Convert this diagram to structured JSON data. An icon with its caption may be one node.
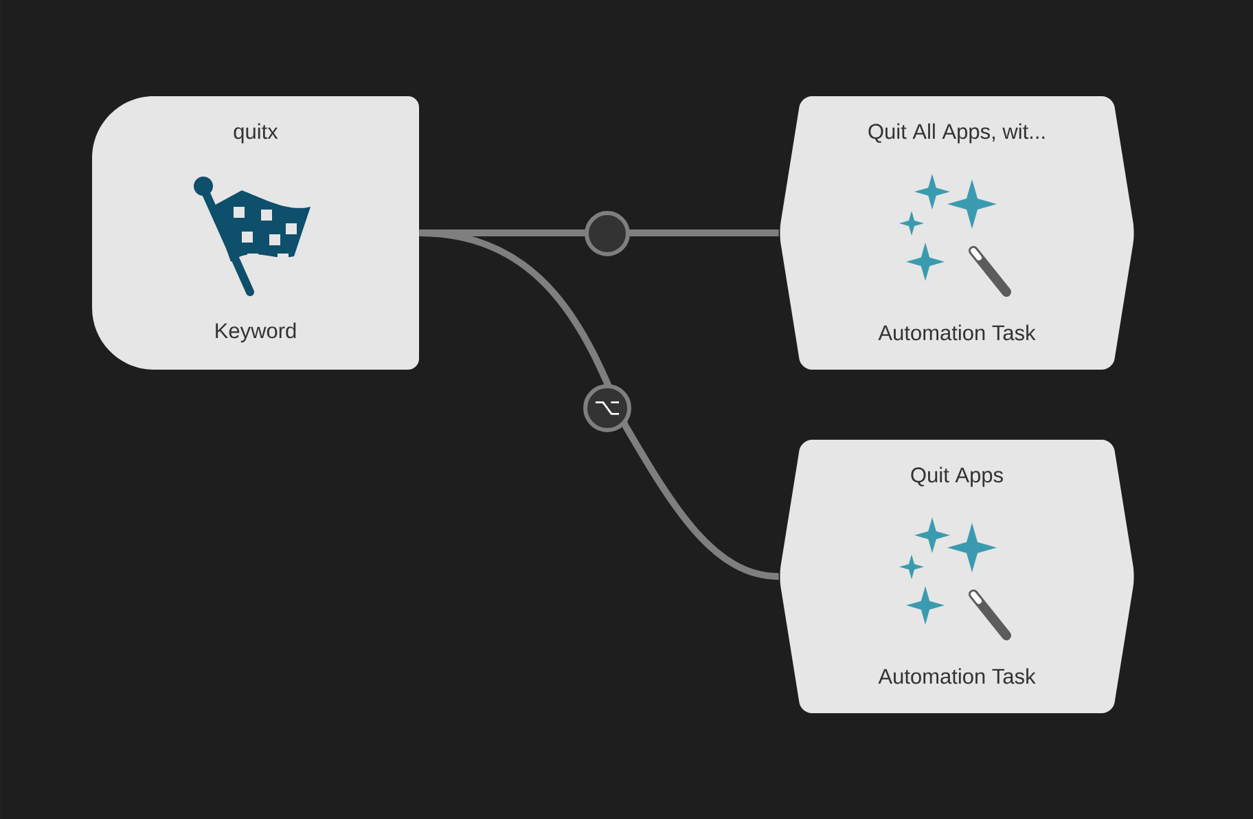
{
  "diagram": {
    "nodes": [
      {
        "text": [
          "quitx",
          "Keyword"
        ]
      },
      {
        "text": [
          "Quit All Apps, wit...",
          "Automation Task"
        ]
      },
      {
        "text": [
          "Quit Apps",
          "Automation Task"
        ]
      }
    ],
    "edges": [
      {
        "from": 0,
        "to": 1,
        "arrow": "none"
      },
      {
        "from": 0,
        "to": 2,
        "arrow": "none",
        "label": "⌥"
      }
    ]
  }
}
